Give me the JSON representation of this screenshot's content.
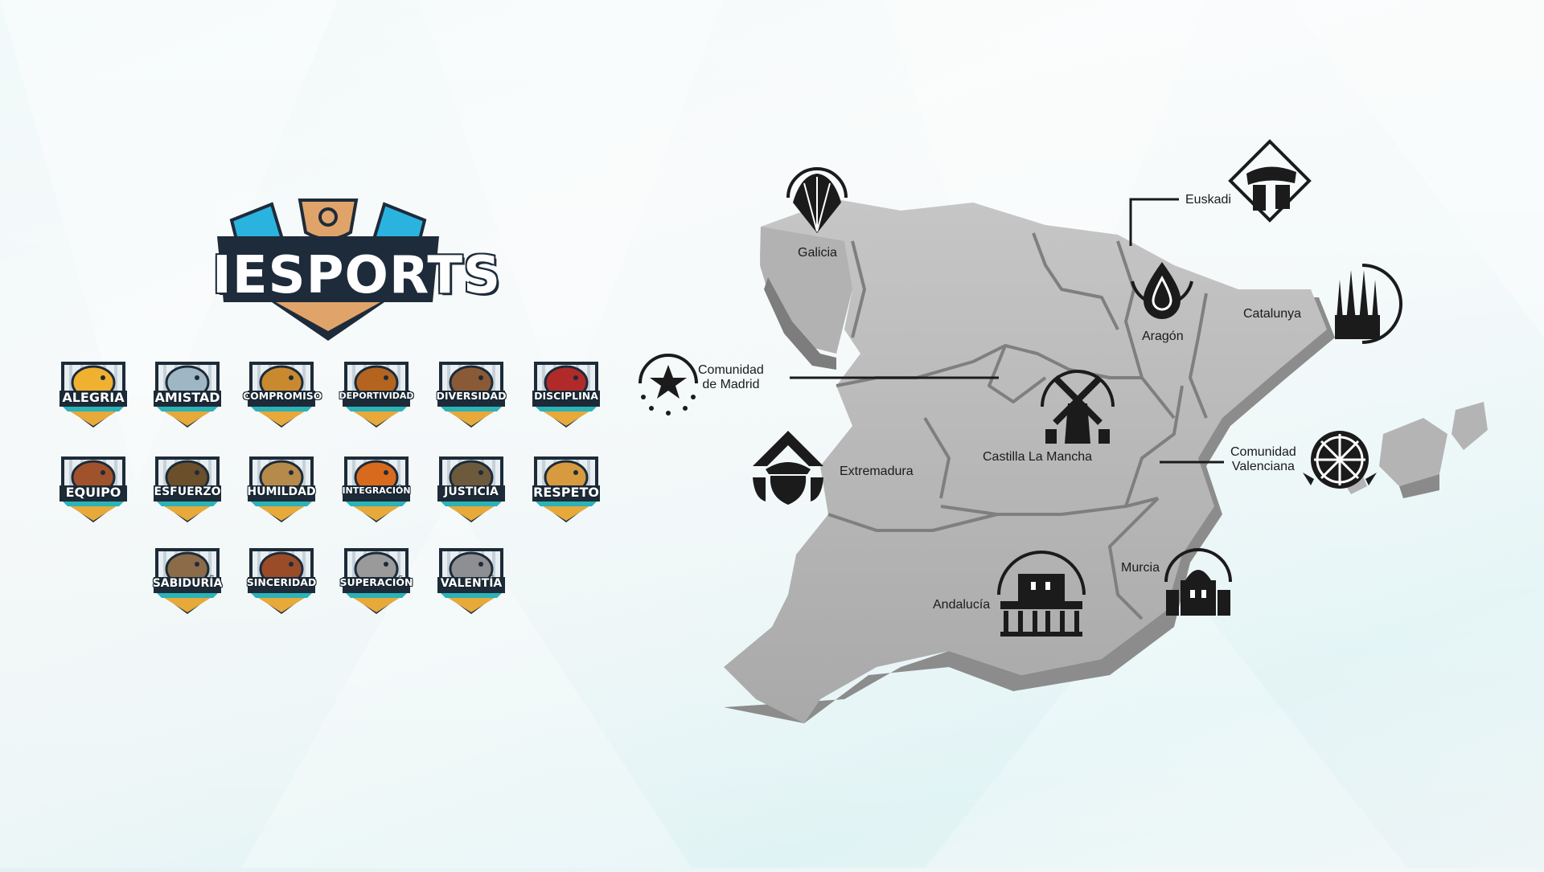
{
  "brand": {
    "name": "IESPORTS"
  },
  "badges": [
    {
      "label": "ALEGRIA",
      "animal": "bird-icon",
      "color": "#f0b030"
    },
    {
      "label": "AMISTAD",
      "animal": "dolphin-icon",
      "color": "#9fb6c4"
    },
    {
      "label": "COMPROMISO",
      "animal": "fox-icon",
      "color": "#c9892f"
    },
    {
      "label": "DEPORTIVIDAD",
      "animal": "horse-icon",
      "color": "#b4641f"
    },
    {
      "label": "DIVERSIDAD",
      "animal": "platypus-icon",
      "color": "#8a5a36"
    },
    {
      "label": "DISCIPLINA",
      "animal": "ant-icon",
      "color": "#b12a2a"
    },
    {
      "label": "EQUIPO",
      "animal": "monkey-icon",
      "color": "#a0522d"
    },
    {
      "label": "ESFUERZO",
      "animal": "turtle-icon",
      "color": "#6b4f2a"
    },
    {
      "label": "HUMILDAD",
      "animal": "lizard-icon",
      "color": "#b58a4a"
    },
    {
      "label": "INTEGRACIÓN",
      "animal": "chameleon-icon",
      "color": "#d86a1e"
    },
    {
      "label": "JUSTICIA",
      "animal": "eagle-icon",
      "color": "#6d5a3d"
    },
    {
      "label": "RESPETO",
      "animal": "lion-icon",
      "color": "#d79a3e"
    },
    {
      "label": "SABIDURÍA",
      "animal": "owl-icon",
      "color": "#8b6b48"
    },
    {
      "label": "SINCERIDAD",
      "animal": "bull-icon",
      "color": "#9a4b28"
    },
    {
      "label": "SUPERACIÓN",
      "animal": "goat-icon",
      "color": "#9a9a9a"
    },
    {
      "label": "VALENTÍA",
      "animal": "rhino-icon",
      "color": "#8d8f93"
    }
  ],
  "badge_labels": [
    "ALEGRIA",
    "AMISTAD",
    "COMPROMISO",
    "DEPORTIVIDAD",
    "DIVERSIDAD",
    "DISCIPLINA",
    "EQUIPO",
    "ESFUERZO",
    "HUMILDAD",
    "INTEGRACIÓN",
    "JUSTICIA",
    "RESPETO",
    "SABIDURÍA",
    "SINCERIDAD",
    "SUPERACIÓN",
    "VALENTÍA"
  ],
  "regions": {
    "galicia": {
      "label": "Galicia",
      "icon": "shell-icon"
    },
    "euskadi": {
      "label": "Euskadi",
      "icon": "dolmen-icon"
    },
    "aragon": {
      "label": "Aragón",
      "icon": "water-drop-icon"
    },
    "catalunya": {
      "label": "Catalunya",
      "icon": "sagrada-familia-icon"
    },
    "madrid": {
      "label_1": "Comunidad",
      "label_2": "de Madrid",
      "icon": "star-icon"
    },
    "castilla": {
      "label": "Castilla La Mancha",
      "icon": "windmill-icon"
    },
    "extremadura": {
      "label": "Extremadura",
      "icon": "acorn-icon"
    },
    "valenciana": {
      "label_1": "Comunidad",
      "label_2": "Valenciana",
      "icon": "orange-slice-icon"
    },
    "murcia": {
      "label": "Murcia",
      "icon": "cathedral-icon"
    },
    "andalucia": {
      "label": "Andalucía",
      "icon": "alhambra-icon"
    }
  },
  "colors": {
    "map_top": "#b9b9b9",
    "map_side": "#8c8c8c",
    "icon": "#1b1b1b",
    "badge_dark": "#1d2b38",
    "badge_teal": "#2bb3b8",
    "badge_gold": "#e6a93a"
  }
}
